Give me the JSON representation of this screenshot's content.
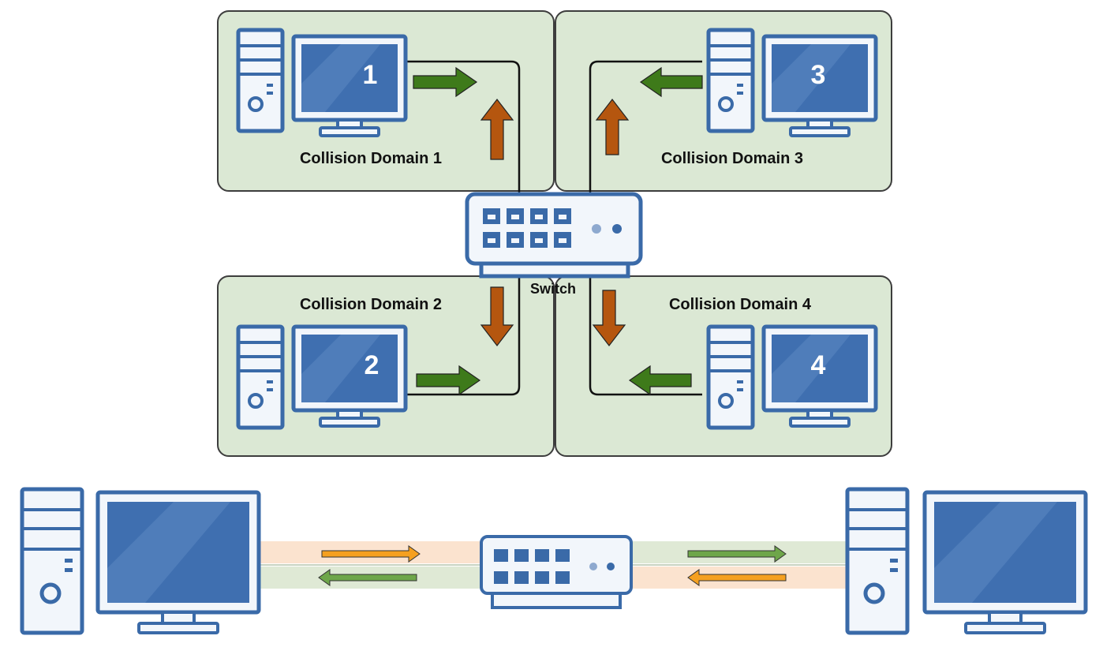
{
  "diagram": {
    "domains": [
      {
        "label": "Collision Domain 1",
        "pc_number": "1"
      },
      {
        "label": "Collision Domain 2",
        "pc_number": "2"
      },
      {
        "label": "Collision Domain 3",
        "pc_number": "3"
      },
      {
        "label": "Collision Domain 4",
        "pc_number": "4"
      }
    ],
    "switch_label": "Switch"
  },
  "colors": {
    "domain_fill": "#dbe8d4",
    "domain_border": "#3d3d3d",
    "device_blue": "#3a6aa8",
    "screen_blue": "#3f6fb0",
    "device_fill": "#f2f6fb",
    "green_arrow": "#3e7a1a",
    "brown_arrow": "#b5560f",
    "orange_arrow": "#f5a020",
    "light_green_arrow": "#6ea64a",
    "orange_band": "#fbe3cf",
    "green_band": "#dfe9d5"
  }
}
